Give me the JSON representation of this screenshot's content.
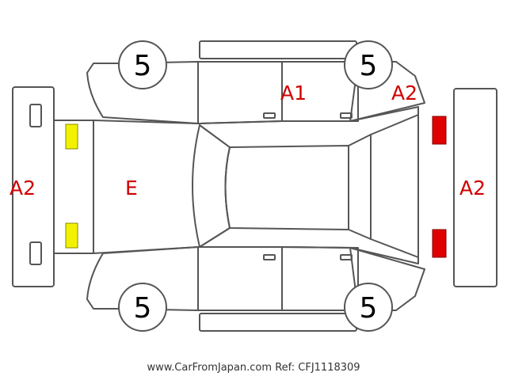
{
  "labels": {
    "front_bumper": "A2",
    "rear_bumper": "A2",
    "hood": "E",
    "roof_right": "A1",
    "right_rear_quarter": "A2"
  },
  "tires": {
    "front_right": "5",
    "rear_right": "5",
    "front_left": "5",
    "rear_left": "5"
  },
  "footer": {
    "site": "www.CarFromJapan.com",
    "ref": "Ref: CFJ1118309"
  },
  "colors": {
    "damage_text": "#d00000",
    "front_lamps": "#f2f200",
    "rear_lamps": "#e00000",
    "outline": "#555555"
  }
}
